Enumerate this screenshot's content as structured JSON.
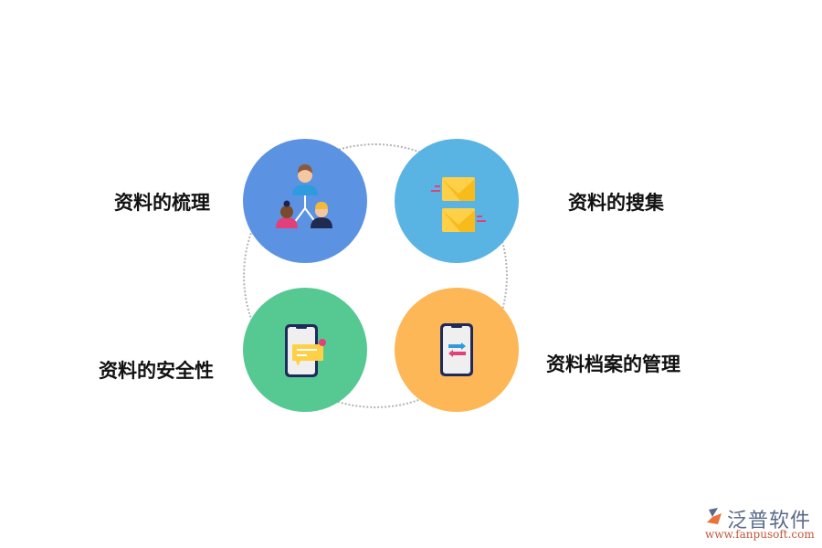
{
  "items": [
    {
      "label": "资料的梳理",
      "color": "#5b93e2",
      "icon": "team-hierarchy-icon"
    },
    {
      "label": "资料的搜集",
      "color": "#5ab4e3",
      "icon": "envelopes-icon"
    },
    {
      "label": "资料的安全性",
      "color": "#56c993",
      "icon": "phone-notification-icon"
    },
    {
      "label": "资料档案的管理",
      "color": "#fdb756",
      "icon": "phone-transfer-icon"
    }
  ],
  "logo": {
    "name": "泛普软件",
    "url": "www.fanpusoft.com"
  }
}
